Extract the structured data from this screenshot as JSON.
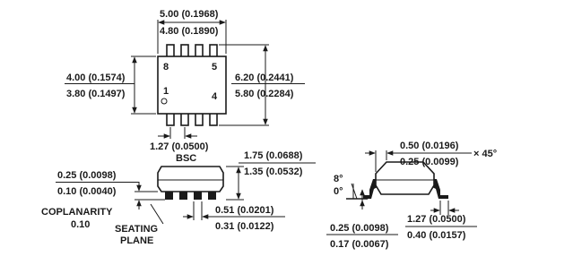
{
  "top_view": {
    "width_max": "5.00 (0.1968)",
    "width_min": "4.80 (0.1890)",
    "height_max": "4.00 (0.1574)",
    "height_min": "3.80 (0.1497)",
    "span_max": "6.20 (0.2441)",
    "span_min": "5.80 (0.2284)",
    "pitch": "1.27 (0.0500)",
    "pitch_note": "BSC",
    "pin_labels": {
      "p8": "8",
      "p5": "5",
      "p1": "1",
      "p4": "4"
    }
  },
  "side_view": {
    "height_max": "1.75 (0.0688)",
    "height_min": "1.35 (0.0532)",
    "standoff_max": "0.25 (0.0098)",
    "standoff_min": "0.10 (0.0040)",
    "lead_width_max": "0.51 (0.0201)",
    "lead_width_min": "0.31 (0.0122)",
    "coplanarity_label": "COPLANARITY",
    "coplanarity_value": "0.10",
    "seating_plane_line1": "SEATING",
    "seating_plane_line2": "PLANE"
  },
  "end_view": {
    "chamfer_max": "0.50 (0.0196)",
    "chamfer_min": "0.25 (0.0099)",
    "chamfer_angle": "× 45°",
    "angle_max": "8°",
    "angle_min": "0°",
    "lead_thk_max": "0.25 (0.0098)",
    "lead_thk_min": "0.17 (0.0067)",
    "foot_max": "1.27 (0.0500)",
    "foot_min": "0.40 (0.0157)"
  }
}
